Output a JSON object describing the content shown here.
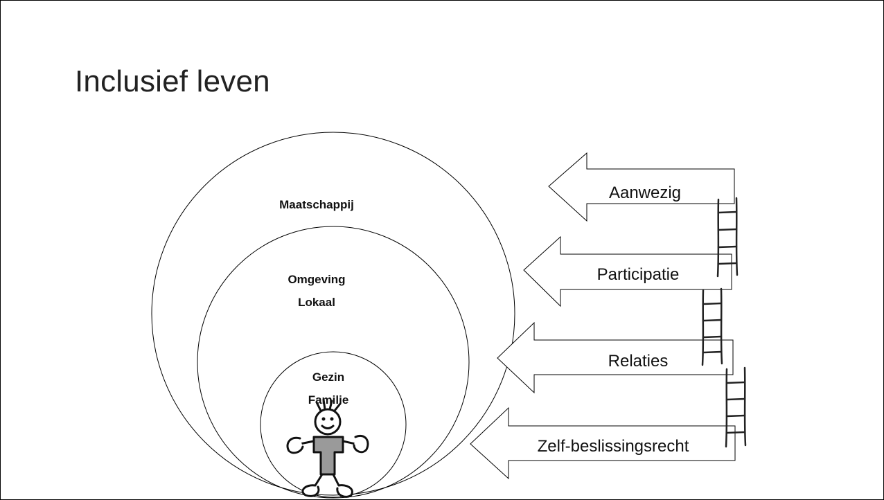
{
  "slide": {
    "title": "Inclusief leven"
  },
  "circles": {
    "outer_label": "Maatschappij",
    "middle_label_line1": "Omgeving",
    "middle_label_line2": "Lokaal",
    "inner_label_line1": "Gezin",
    "inner_label_line2": "Familie"
  },
  "arrows": [
    {
      "label": "Aanwezig"
    },
    {
      "label": "Participatie"
    },
    {
      "label": "Relaties"
    },
    {
      "label": "Zelf-beslissingsrecht"
    }
  ],
  "colors": {
    "stroke": "#000000",
    "figure_shirt": "#9a9a9a",
    "background": "#ffffff"
  },
  "icons": [
    "ladder-icon",
    "stick-figure-icon"
  ]
}
